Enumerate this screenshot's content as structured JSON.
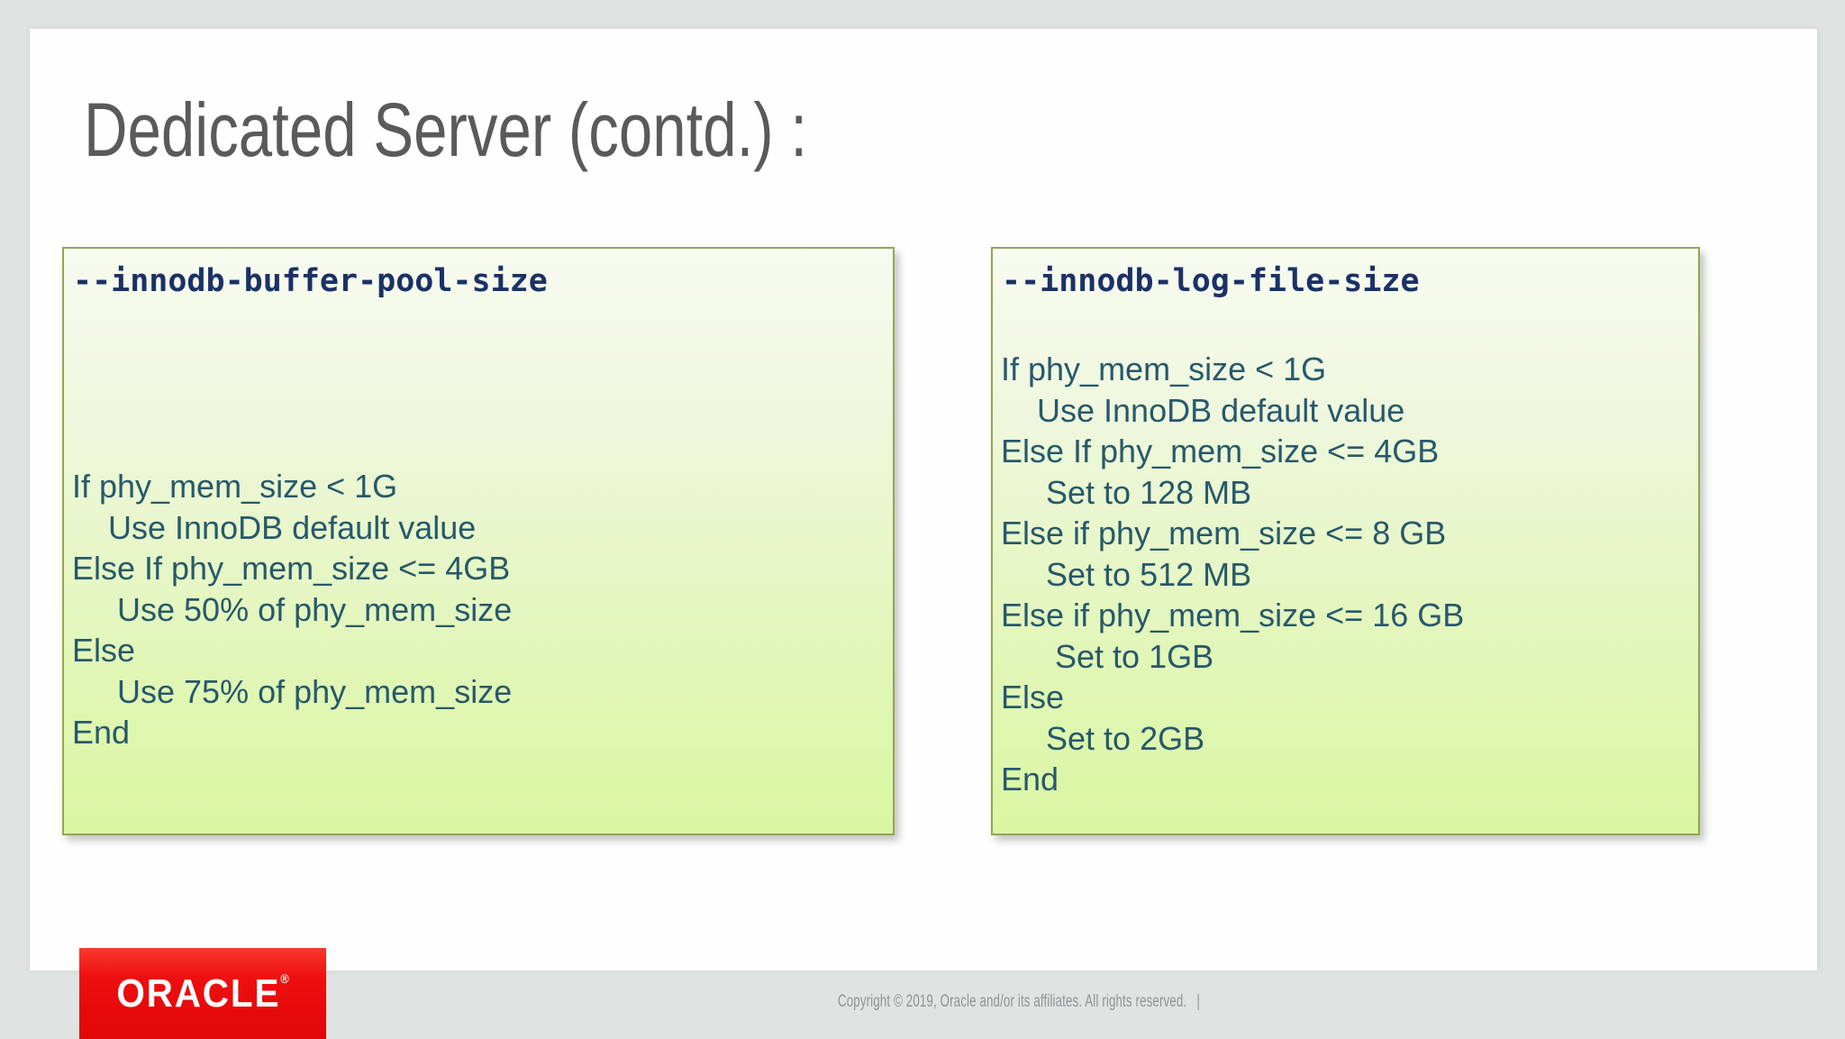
{
  "slide": {
    "title": "Dedicated Server (contd.) :",
    "boxes": [
      {
        "heading": "--innodb-buffer-pool-size",
        "body": "If phy_mem_size < 1G\n    Use InnoDB default value\nElse If phy_mem_size <= 4GB\n     Use 50% of phy_mem_size\nElse\n     Use 75% of phy_mem_size\nEnd"
      },
      {
        "heading": "--innodb-log-file-size",
        "body": "If phy_mem_size < 1G\n    Use InnoDB default value\nElse If phy_mem_size <= 4GB\n     Set to 128 MB\nElse if phy_mem_size <= 8 GB\n     Set to 512 MB\nElse if phy_mem_size <= 16 GB\n      Set to 1GB\nElse\n     Set to 2GB\nEnd"
      }
    ]
  },
  "footer": {
    "logo_text": "ORACLE",
    "logo_registered_mark": "®",
    "copyright": "Copyright © 2019, Oracle and/or its affiliates. All rights reserved.",
    "divider": "|"
  },
  "colors": {
    "page_background": "#dfe3e1",
    "slide_background": "#fefefe",
    "title_gray": "#5a5a5a",
    "box_border_olive": "#96a452",
    "box_gradient_top": "#f7fbf0",
    "box_gradient_bottom": "#daf6a2",
    "heading_navy": "#1b3166",
    "body_teal": "#27596b",
    "oracle_red": "#e60a0b",
    "copyright_gray": "#8c9697"
  }
}
